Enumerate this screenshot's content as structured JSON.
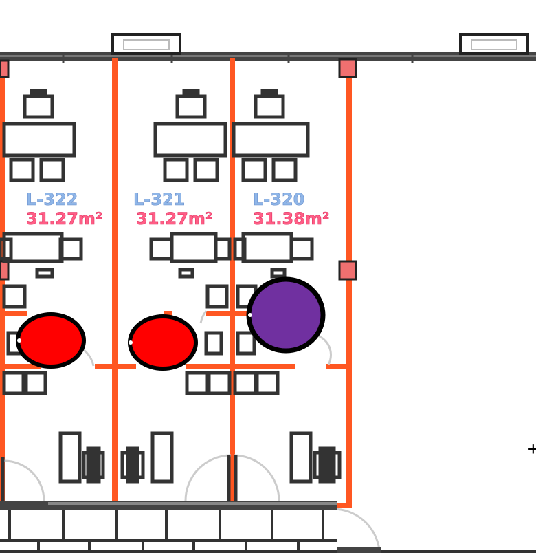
{
  "rooms": [
    {
      "name": "L-322",
      "area": "31.27m²"
    },
    {
      "name": "L-321",
      "area": "31.27m²"
    },
    {
      "name": "L-320",
      "area": "31.38m²"
    }
  ],
  "markers": [
    {
      "color": "#ff0000",
      "room": "L-322"
    },
    {
      "color": "#ff0000",
      "room": "L-321"
    },
    {
      "color": "#7030a0",
      "room": "L-320"
    }
  ],
  "colors": {
    "wall": "#444444",
    "partition": "#ff5722",
    "furniture": "#333333",
    "door_arc": "#cccccc",
    "column": "#f07070"
  },
  "cursor": "+"
}
